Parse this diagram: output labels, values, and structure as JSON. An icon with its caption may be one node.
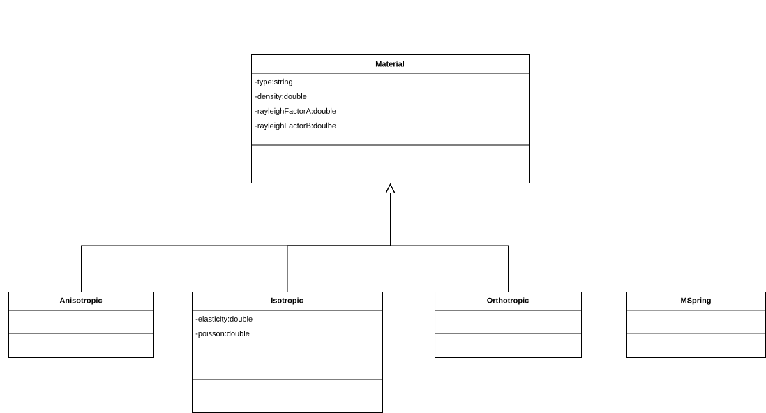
{
  "diagram": {
    "nodes": [
      {
        "text": [
          "Material",
          "-type:string",
          "-density:double",
          "-rayleighFactorA:double",
          "-rayleighFactorB:doulbe"
        ]
      },
      {
        "text": [
          "Anisotropic"
        ]
      },
      {
        "text": [
          "Isotropic",
          "-elasticity:double",
          "-poisson:double"
        ]
      },
      {
        "text": [
          "Orthotropic"
        ]
      },
      {
        "text": [
          "MSpring"
        ]
      }
    ],
    "edges": [
      {
        "from": 1,
        "to": 0,
        "arrow": "to"
      },
      {
        "from": 2,
        "to": 0,
        "arrow": "to"
      },
      {
        "from": 3,
        "to": 0,
        "arrow": "to"
      }
    ]
  }
}
